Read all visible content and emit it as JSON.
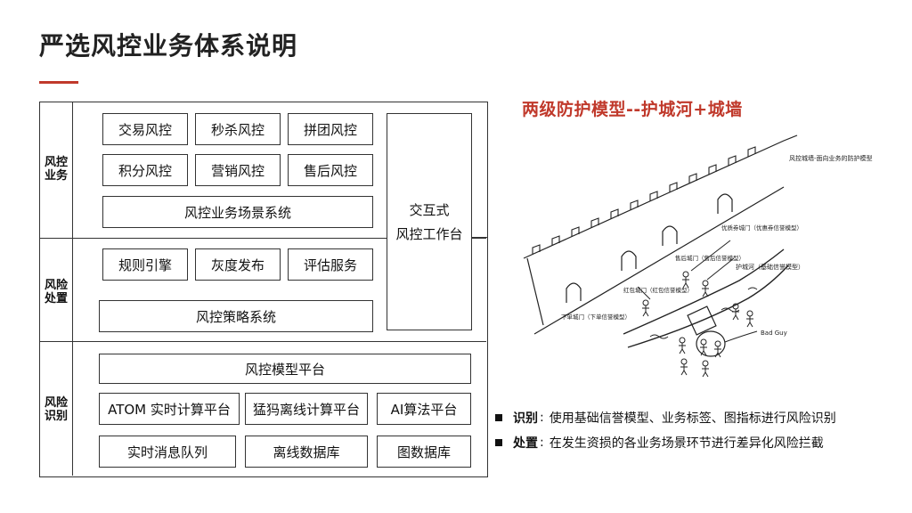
{
  "page": {
    "title": "严选风控业务体系说明"
  },
  "architecture": {
    "row_labels": [
      "风控\n业务",
      "风险\n处置",
      "风险\n识别"
    ],
    "business": {
      "row1": [
        "交易风控",
        "秒杀风控",
        "拼团风控"
      ],
      "row2": [
        "积分风控",
        "营销风控",
        "售后风控"
      ],
      "scene_system": "风控业务场景系统"
    },
    "workbench": {
      "line1": "交互式",
      "line2": "风控工作台"
    },
    "disposal": {
      "row1": [
        "规则引擎",
        "灰度发布",
        "评估服务"
      ],
      "strategy_system": "风控策略系统"
    },
    "identification": {
      "model_platform": "风控模型平台",
      "compute": [
        "ATOM 实时计算平台",
        "猛犸离线计算平台",
        "AI算法平台"
      ],
      "storage": [
        "实时消息队列",
        "离线数据库",
        "图数据库"
      ]
    }
  },
  "defense_model": {
    "title": "两级防护模型--护城河+城墙",
    "labels": {
      "wall": "风控城墙-面向业务的防护模型",
      "premium_gate": "优质券城门（优惠券信誉模型）",
      "aftersale_gate": "售后城门（售后信誉模型）",
      "redpacket_gate": "红包城门（红包信誉模型）",
      "order_gate": "下单城门（下单信誉模型）",
      "moat": "护城河（基础信誉模型）",
      "bad_guy": "Bad Guy"
    }
  },
  "bullets": [
    {
      "title": "识别",
      "text": "使用基础信誉模型、业务标签、图指标进行风险识别"
    },
    {
      "title": "处置",
      "text": "在发生资损的各业务场景环节进行差异化风险拦截"
    }
  ]
}
